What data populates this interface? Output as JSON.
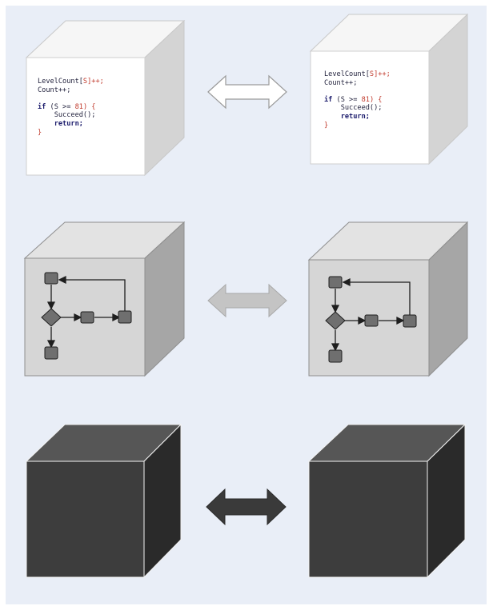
{
  "colors": {
    "background": "#e9eef7",
    "white_front": "#ffffff",
    "white_top": "#f6f6f6",
    "white_side": "#d4d4d4",
    "gray_front": "#d6d6d6",
    "gray_top": "#e3e3e3",
    "gray_side": "#a6a6a6",
    "dark_front": "#3d3d3d",
    "dark_top": "#565656",
    "dark_side": "#2a2a2a",
    "node": "#6f6f6f"
  },
  "code_box": {
    "lines": [
      {
        "t1": "LevelCount[",
        "t2": "S",
        "t3": "]++;"
      },
      {
        "t1": "Count++;"
      },
      {
        "t1": ""
      },
      {
        "kw": "if",
        "t1": " (S >= ",
        "num": "81",
        "t3": ") {"
      },
      {
        "t1": "    Succeed();"
      },
      {
        "t1": "    return;"
      },
      {
        "t1": "}"
      }
    ]
  },
  "rows": [
    {
      "name": "white-box",
      "shade": "white",
      "arrow": "outline-arrow"
    },
    {
      "name": "gray-box",
      "shade": "gray",
      "arrow": "gray-arrow"
    },
    {
      "name": "black-box",
      "shade": "dark",
      "arrow": "dark-arrow"
    }
  ]
}
